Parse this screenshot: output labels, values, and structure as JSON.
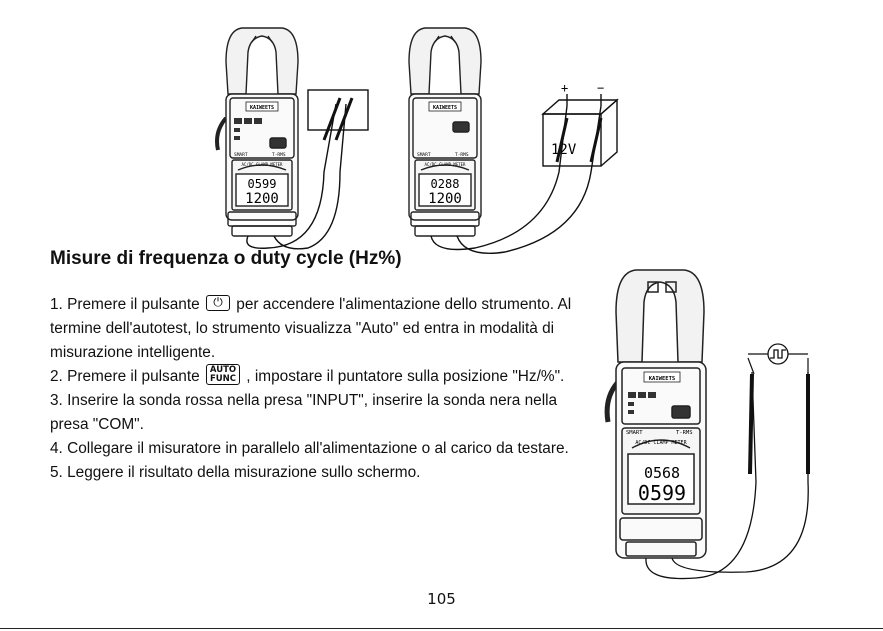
{
  "figure1": {
    "brand": "KAIWEETS",
    "badges": [
      "SMART",
      "T-RMS"
    ],
    "title": "AC/DC CLAMP METER",
    "display_top": "0599",
    "display_bottom": "1200"
  },
  "figure2": {
    "brand": "KAIWEETS",
    "badges": [
      "SMART",
      "T-RMS"
    ],
    "title": "AC/DC CLAMP METER",
    "display_top": "0288",
    "display_bottom": "1200",
    "battery_label": "12V",
    "plus_sign": "+",
    "minus_sign": "−"
  },
  "figure3": {
    "brand": "KAIWEETS",
    "badges": [
      "SMART",
      "T-RMS"
    ],
    "title": "AC/DC CLAMP METER",
    "display_top": "0568",
    "display_bottom": "0599"
  },
  "section": {
    "heading": "Misure di frequenza o duty cycle (Hz%)",
    "step1_pre": "1. Premere il pulsante",
    "power_symbol": "⏻",
    "step1_post": "per accendere l'alimentazione dello strumento. Al termine dell'autotest, lo strumento visualizza \"Auto\" ed entra in modalità di misurazione intelligente.",
    "step2_pre": "2. Premere il pulsante",
    "auto_func_top": "AUTO",
    "auto_func_bottom": "FUNC",
    "step2_post": ", impostare il puntatore sulla posizione \"Hz/%\".",
    "step3": "3. Inserire la sonda rossa nella presa \"INPUT\", inserire la sonda nera nella presa \"COM\".",
    "step4": "4. Collegare il misuratore in parallelo all'alimentazione o al carico da testare.",
    "step5": "5. Leggere il risultato della misurazione sullo schermo."
  },
  "footer": {
    "page_number": "105"
  }
}
